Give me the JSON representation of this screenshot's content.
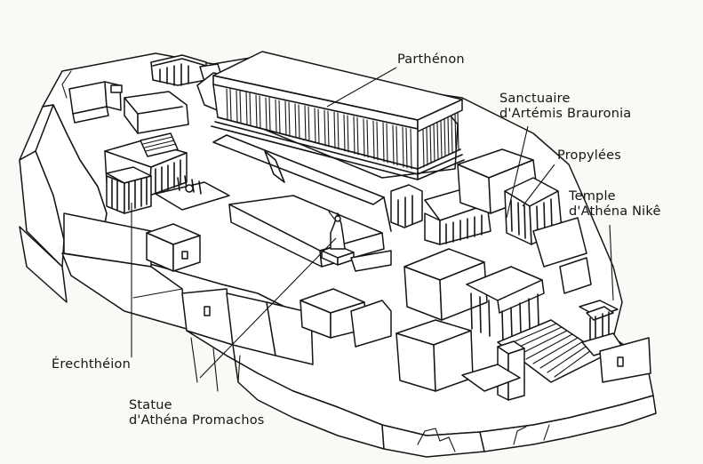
{
  "labels": {
    "parthenon": "Parthénon",
    "sanctuaire_line1": "Sanctuaire",
    "sanctuaire_line2": "d'Artémis Brauronia",
    "propylees": "Propylées",
    "temple_line1": "Temple",
    "temple_line2": "d'Athéna Nikê",
    "erechtheion": "Érechthéion",
    "statue_line1": "Statue",
    "statue_line2": "d'Athéna Promachos"
  },
  "colors": {
    "ink": "#141414",
    "paper": "#fbf9f6"
  }
}
